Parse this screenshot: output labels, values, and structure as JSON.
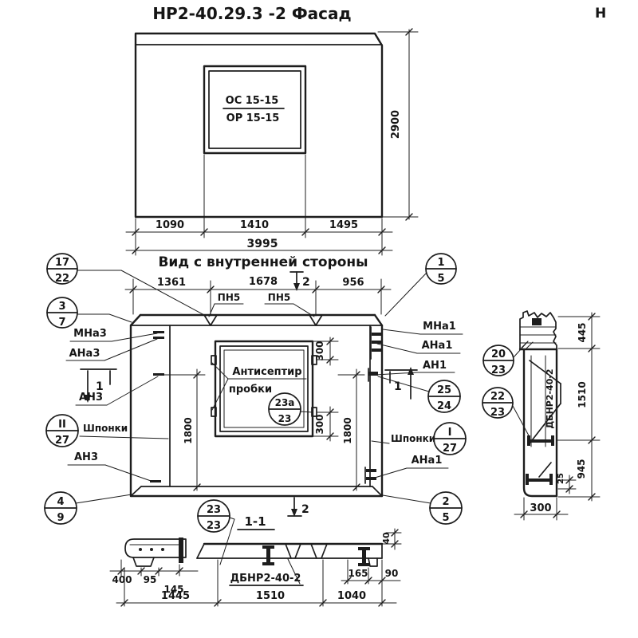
{
  "drawing": {
    "title": "НР2-40.29.3 -2 Фасад",
    "corner_letter": "Н",
    "facade": {
      "window_mark_numerator": "ОС 15-15",
      "window_mark_denominator": "ОР 15-15",
      "dim_right": "2900",
      "dim_1": "1090",
      "dim_2": "1410",
      "dim_3": "1495",
      "dim_total": "3995"
    },
    "inner_view": {
      "title": "Вид с внутренней стороны",
      "dim_top_1": "1361",
      "dim_top_2": "1678",
      "dim_top_3": "956",
      "pn5_left": "ПН5",
      "pn5_right": "ПН5",
      "label_mna3": "МНа3",
      "label_ana3": "АНа3",
      "label_an3_mid": "АН3",
      "label_an3_bottom": "АН3",
      "label_shponki_left": "Шпонки",
      "label_shponki_right": "Шпонки",
      "label_mna1": "МНа1",
      "label_ana1": "АНа1",
      "label_an1": "АН1",
      "label_ana1_bottom": "АНа1",
      "antiseptic_line1": "Антисептир",
      "antiseptic_line2": "пробки",
      "dim_300_top": "300",
      "dim_300_bottom": "300",
      "dim_1800_left": "1800",
      "dim_1800_right": "1800",
      "cut1_left": "1",
      "cut1_right": "1",
      "cut2_top": "2",
      "cut2_bottom": "2"
    },
    "section": {
      "title": "1-1",
      "beam_label": "ДБНР2-40-2",
      "dim_400": "400",
      "dim_95": "95",
      "dim_145": "145",
      "dim_1445": "1445",
      "dim_1510": "1510",
      "dim_1040": "1040",
      "dim_165": "165",
      "dim_90": "90",
      "dim_40": "40"
    },
    "side_view": {
      "beam_label": "ДБНР2-40-2",
      "dim_445": "445",
      "dim_1510": "1510",
      "dim_945": "945",
      "dim_300": "300",
      "dim_25": "25"
    },
    "callouts": {
      "c17_22": {
        "num": "17",
        "den": "22"
      },
      "c3_7": {
        "num": "3",
        "den": "7"
      },
      "c4_9": {
        "num": "4",
        "den": "9"
      },
      "cII_27": {
        "num": "II",
        "den": "27"
      },
      "c1_5": {
        "num": "1",
        "den": "5"
      },
      "c25_24": {
        "num": "25",
        "den": "24"
      },
      "cI_27": {
        "num": "I",
        "den": "27"
      },
      "c2_5": {
        "num": "2",
        "den": "5"
      },
      "c23_23": {
        "num": "23",
        "den": "23"
      },
      "c23a_23": {
        "num": "23а",
        "den": "23"
      },
      "c20_23": {
        "num": "20",
        "den": "23"
      },
      "c22_23": {
        "num": "22",
        "den": "23"
      }
    }
  }
}
